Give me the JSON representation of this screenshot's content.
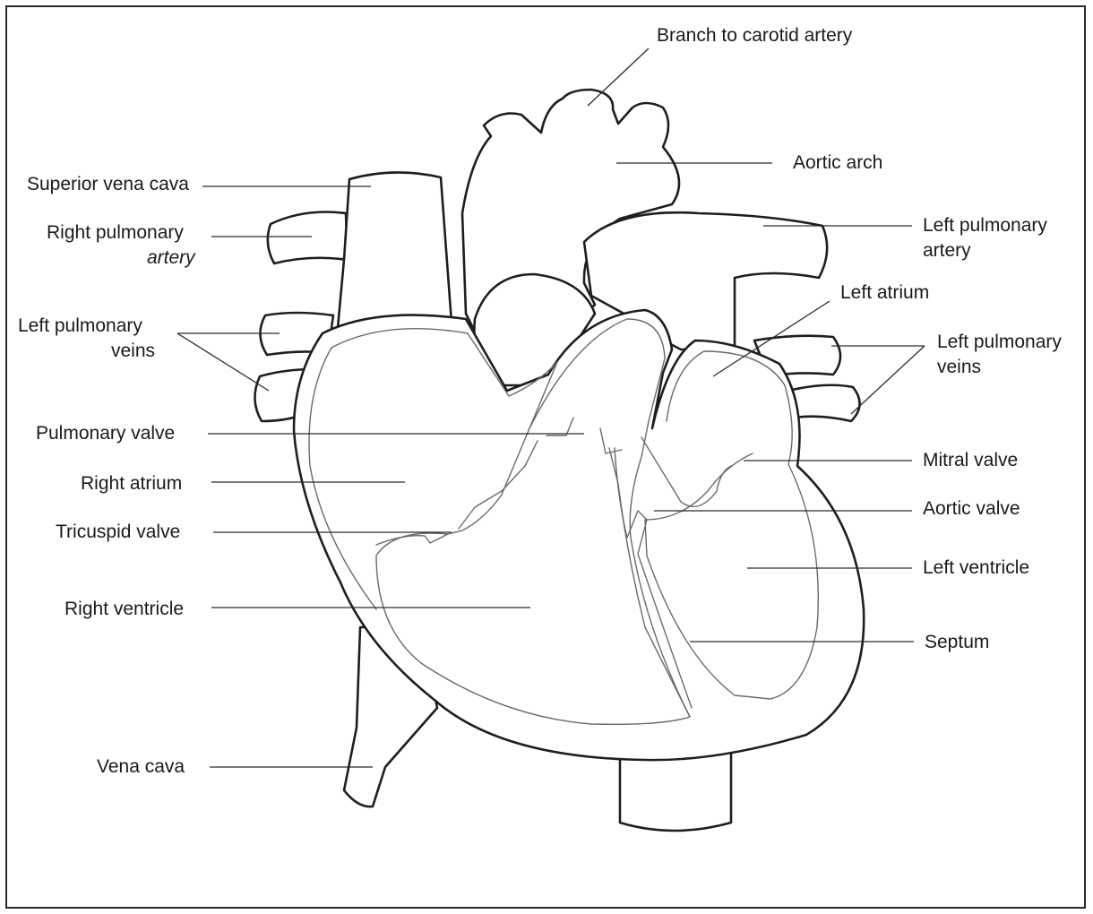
{
  "diagram": {
    "labels": {
      "branch_to_carotid_artery": "Branch to carotid artery",
      "aortic_arch": "Aortic arch",
      "superior_vena_cava": "Superior vena cava",
      "right_pulmonary_artery_line1": "Right pulmonary",
      "right_pulmonary_artery_line2": "artery",
      "left_pulmonary_artery_line1": "Left pulmonary",
      "left_pulmonary_artery_line2": "artery",
      "left_atrium": "Left atrium",
      "left_pulmonary_veins_left_line1": "Left pulmonary",
      "left_pulmonary_veins_left_line2": "veins",
      "left_pulmonary_veins_right_line1": "Left pulmonary",
      "left_pulmonary_veins_right_line2": "veins",
      "pulmonary_valve": "Pulmonary valve",
      "right_atrium": "Right atrium",
      "tricuspid_valve": "Tricuspid valve",
      "right_ventricle": "Right ventricle",
      "vena_cava": "Vena cava",
      "mitral_valve": "Mitral valve",
      "aortic_valve": "Aortic valve",
      "left_ventricle": "Left ventricle",
      "septum": "Septum"
    }
  }
}
